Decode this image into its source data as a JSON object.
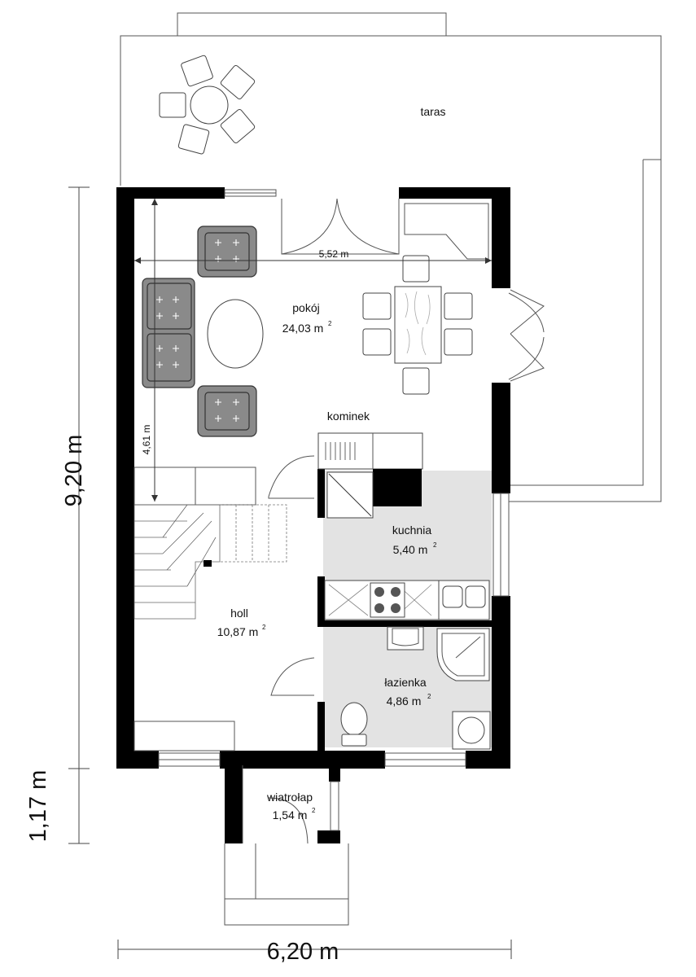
{
  "rooms": {
    "taras": {
      "name": "taras"
    },
    "pokoj": {
      "name": "pokój",
      "area": "24,03 m",
      "sup": "2"
    },
    "kominek": {
      "name": "kominek"
    },
    "kuchnia": {
      "name": "kuchnia",
      "area": "5,40 m",
      "sup": "2"
    },
    "holl": {
      "name": "holl",
      "area": "10,87 m",
      "sup": "2"
    },
    "lazienka": {
      "name": "łazienka",
      "area": "4,86 m",
      "sup": "2"
    },
    "wiatrolap": {
      "name": "wiatrołap",
      "area": "1,54 m",
      "sup": "2"
    }
  },
  "dimensions": {
    "overall_height": "9,20 m",
    "vestibule_depth": "1,17 m",
    "overall_width": "6,20 m",
    "room_width": "5,52 m",
    "room_depth": "4,61 m"
  },
  "colors": {
    "wall": "#000000",
    "wet_area": "#e3e3e3",
    "furniture": "#8a8a8a"
  }
}
